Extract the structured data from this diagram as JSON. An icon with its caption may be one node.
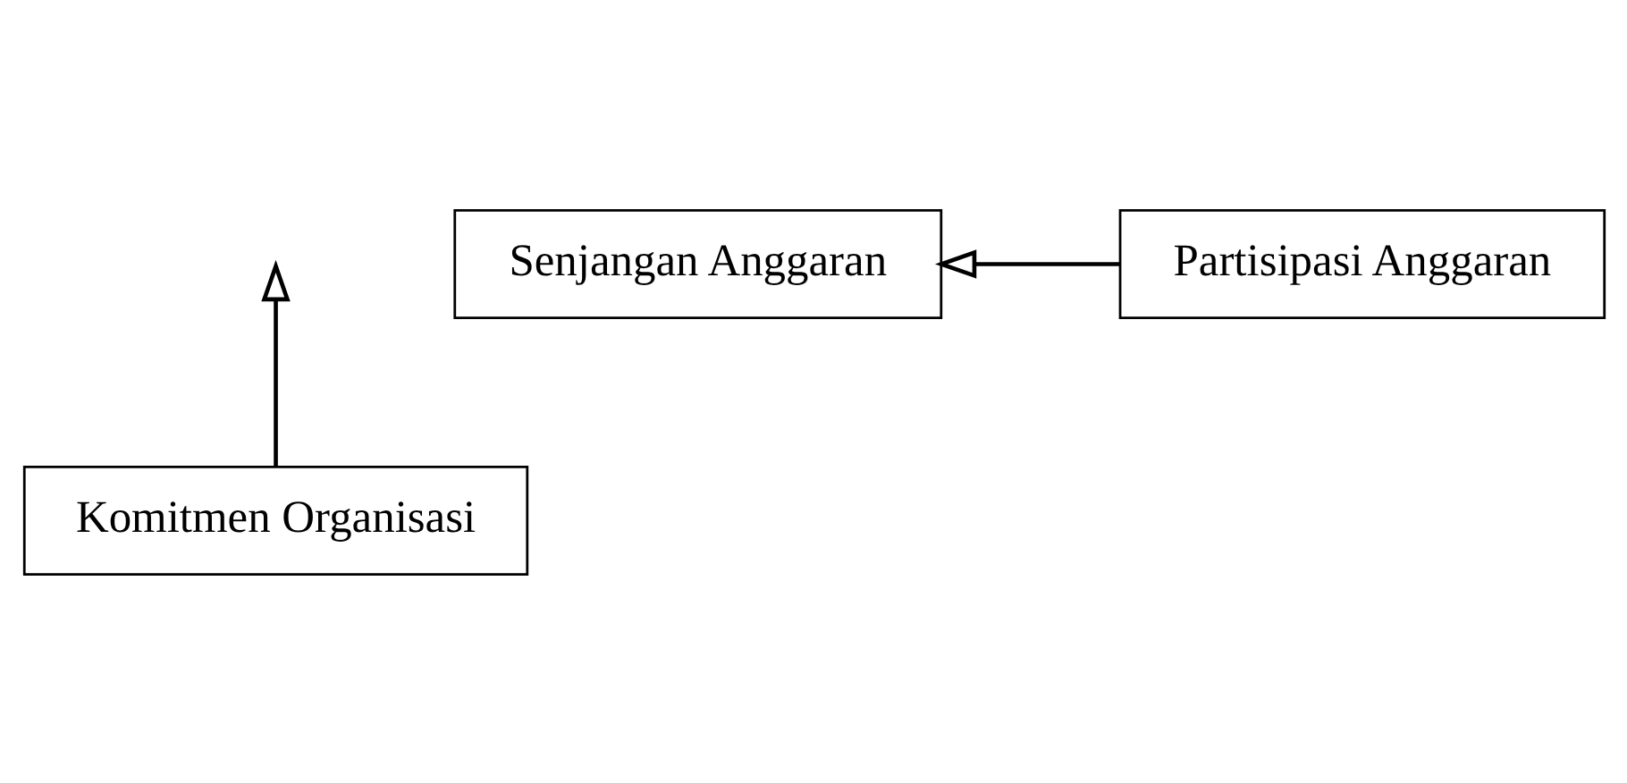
{
  "diagram": {
    "nodes": [
      {
        "text": [
          "Partisipasi Anggaran"
        ]
      },
      {
        "text": [
          "Senjangan Anggaran"
        ]
      },
      {
        "text": [
          "Komitmen Organisasi"
        ]
      }
    ],
    "edges": [
      {
        "from": 0,
        "to": 1,
        "arrow": "to"
      },
      {
        "from": 2,
        "to": null,
        "arrow": "to"
      }
    ]
  }
}
